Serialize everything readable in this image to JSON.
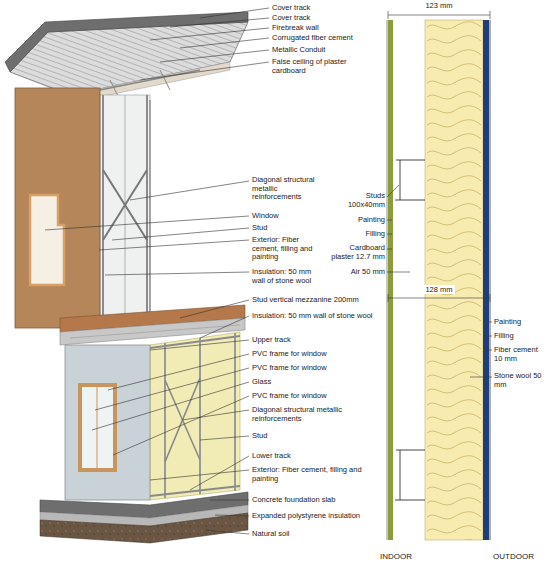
{
  "diagram": {
    "labels": [
      "Cover track",
      "Cover track",
      "Firebreak wall",
      "Corrugated fiber cement",
      "Metallic Conduit",
      "False ceiling of plaster cardboard",
      "Diagonal structural metallic reinforcements",
      "Window",
      "Stud",
      "Exterior: Fiber cement, filling and painting",
      "Insulation: 50 mm wall of stone wool",
      "Stud vertical mezzanine 200mm",
      "Insulation: 50 mm wall of stone wool",
      "Upper track",
      "PVC frame for window",
      "PVC frame for window",
      "Glass",
      "PVC frame for window",
      "Diagonal structural metallic reinforcements",
      "Stud",
      "Lower track",
      "Exterior: Fiber cement, filling and painting",
      "Concrete foundation slab",
      "Expanded polystyrene insulation",
      "Natural soil",
      "123 mm",
      "Studs 100x40mm",
      "Painting",
      "Filling",
      "Cardboard plaster 12.7 mm",
      "Air 50 mm",
      "128 mm",
      "Painting",
      "Filling",
      "Fiber cement 10 mm",
      "Stone wool 50 mm",
      "INDOOR",
      "OUTDOOR"
    ]
  }
}
